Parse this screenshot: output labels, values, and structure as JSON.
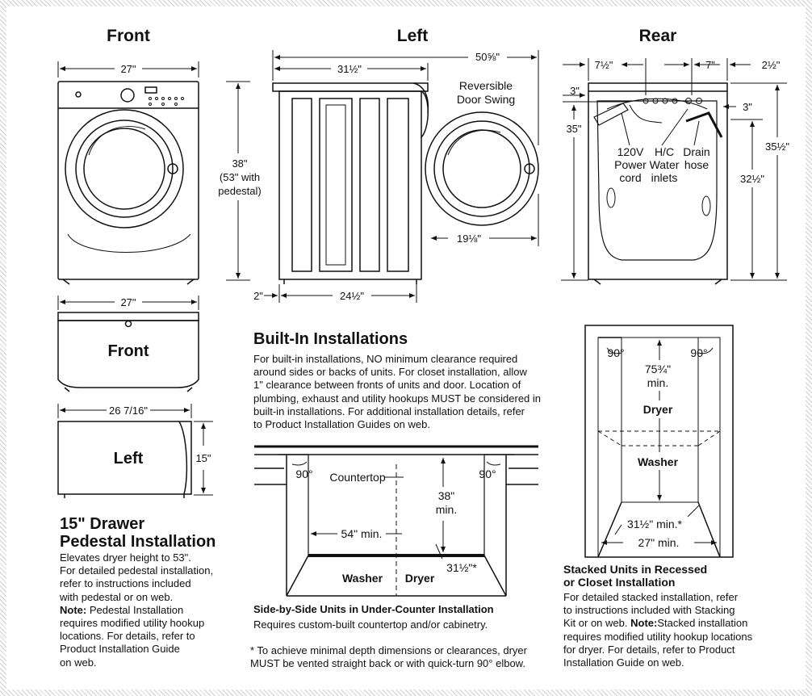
{
  "views": {
    "front": "Front",
    "left": "Left",
    "rear": "Rear"
  },
  "dims": {
    "front_width": "27\"",
    "height": "38\"",
    "height_pedestal": "(53\" with",
    "height_pedestal2": "pedestal)",
    "left_depth": "31½\"",
    "left_total_depth": "50⅝\"",
    "door_depth": "19⅛\"",
    "foot": "2\"",
    "base_depth": "24½\"",
    "rear_left": "7½\"",
    "rear_mid": "7\"",
    "rear_right": "2½\"",
    "rear_top": "3\"",
    "rear_drain": "3\"",
    "rear_h1": "35\"",
    "rear_h2": "35½\"",
    "rear_h3": "32½\""
  },
  "callouts": {
    "door_swing": "Reversible\nDoor Swing",
    "power": "120V\nPower\ncord",
    "water": "H/C\nWater\ninlets",
    "drain": "Drain\nhose"
  },
  "pedestal": {
    "front_width": "27\"",
    "front_label": "Front",
    "left_depth": "26 7/16\"",
    "left_label": "Left",
    "height": "15\"",
    "title": "15\" Drawer\nPedestal Installation",
    "body": "Elevates dryer height to 53\".\nFor detailed pedestal installation,\nrefer to instructions included\nwith pedestal or on web.",
    "note_label": "Note:",
    "note": " Pedestal Installation\nrequires modified utility hookup\nlocations. For details, refer to\nProduct Installation Guide\non web."
  },
  "builtin": {
    "title": "Built-In Installations",
    "body": "For built-in installations, NO minimum clearance required\naround sides or backs of units. For closet installation, allow\n1\" clearance between fronts of units and door. Location of\nplumbing, exhaust and utility hookups MUST be considered in\nbuilt-in installations. For additional installation details, refer\nto Product Installation Guides on web."
  },
  "sidebyside": {
    "angle_left": "90°",
    "angle_right": "90°",
    "countertop": "Countertop",
    "height": "38\"",
    "height_min": "min.",
    "width": "54\" min.",
    "depth": "31½\"*",
    "washer": "Washer",
    "dryer": "Dryer",
    "caption": "Side-by-Side Units in Under-Counter Installation",
    "sub": "Requires custom-built countertop and/or cabinetry.",
    "footnote": "* To achieve minimal depth dimensions or clearances, dryer\n  MUST be vented straight back or with quick-turn 90° elbow."
  },
  "stacked": {
    "angle_left": "90°",
    "angle_right": "90°",
    "height": "75¾\"",
    "height_min": "min.",
    "dryer": "Dryer",
    "washer": "Washer",
    "depth": "31½\" min.*",
    "width": "27\" min.",
    "title": "Stacked Units in Recessed\nor Closet Installation",
    "body": "For detailed stacked installation, refer\nto instructions included with Stacking\nKit or on web. ",
    "note_label": "Note:",
    "note": "Stacked installation\nrequires modified utility hookup locations\nfor dryer. For details, refer to Product\nInstallation Guide on web."
  }
}
